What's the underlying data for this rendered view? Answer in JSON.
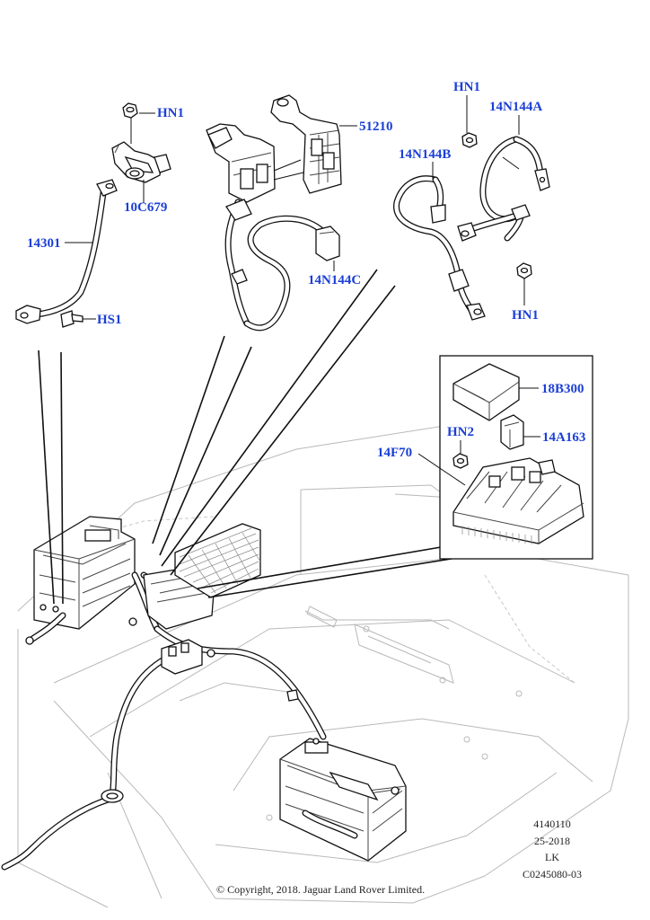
{
  "callouts": {
    "hn1_top": "HN1",
    "c10c679": "10C679",
    "c14301": "14301",
    "hs1": "HS1",
    "c51210": "51210",
    "c14n144c": "14N144C",
    "hn1_right_top": "HN1",
    "c14n144a": "14N144A",
    "c14n144b": "14N144B",
    "hn1_right_bottom": "HN1",
    "c18b300": "18B300",
    "c14a163": "14A163",
    "hn2": "HN2",
    "c14f70": "14F70"
  },
  "meta": {
    "line1": "4140110",
    "line2": "25-2018",
    "line3": "LK",
    "line4": "C0245080-03"
  },
  "copyright": "© Copyright, 2018. Jaguar Land Rover Limited.",
  "colors": {
    "callout": "#1b3fd6",
    "line": "#111111",
    "ghost": "#b9b9b9"
  }
}
